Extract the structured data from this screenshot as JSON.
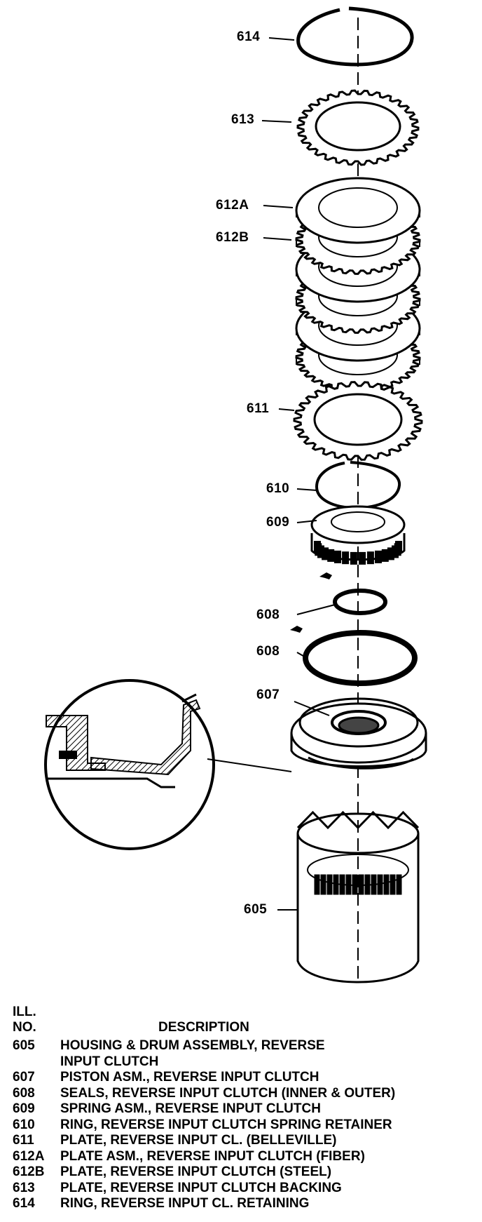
{
  "callouts": {
    "c614": "614",
    "c613": "613",
    "c612a": "612A",
    "c612b": "612B",
    "c611": "611",
    "c610": "610",
    "c609": "609",
    "c608a": "608",
    "c608b": "608",
    "c607": "607",
    "c605": "605"
  },
  "legend": {
    "header_ill": "ILL.",
    "header_no": "NO.",
    "header_desc": "DESCRIPTION",
    "rows": [
      {
        "no": "605",
        "desc": "HOUSING & DRUM ASSEMBLY, REVERSE"
      },
      {
        "no": "",
        "desc": "INPUT CLUTCH"
      },
      {
        "no": "607",
        "desc": "PISTON ASM., REVERSE INPUT CLUTCH"
      },
      {
        "no": "608",
        "desc": "SEALS, REVERSE INPUT CLUTCH (INNER & OUTER)"
      },
      {
        "no": "609",
        "desc": "SPRING ASM., REVERSE INPUT CLUTCH"
      },
      {
        "no": "610",
        "desc": "RING, REVERSE INPUT CLUTCH SPRING RETAINER"
      },
      {
        "no": "611",
        "desc": "PLATE, REVERSE INPUT CL. (BELLEVILLE)"
      },
      {
        "no": "612A",
        "desc": "PLATE ASM., REVERSE INPUT CLUTCH (FIBER)"
      },
      {
        "no": "612B",
        "desc": "PLATE, REVERSE INPUT CLUTCH (STEEL)"
      },
      {
        "no": "613",
        "desc": "PLATE, REVERSE INPUT CLUTCH BACKING"
      },
      {
        "no": "614",
        "desc": "RING, REVERSE INPUT CL. RETAINING"
      }
    ]
  }
}
